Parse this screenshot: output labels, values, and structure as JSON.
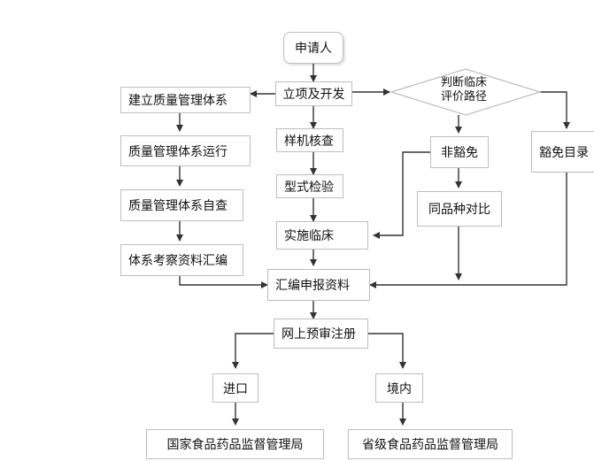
{
  "diagram": {
    "colors": {
      "line": "#333333",
      "box_border": "#bdbdbd",
      "text": "#111111"
    },
    "nodes": {
      "applicant": "申请人",
      "project_dev": "立项及开发",
      "judge_line1": "判断临床",
      "judge_line2": "评价路径",
      "qms_build": "建立质量管理体系",
      "qms_run": "质量管理体系运行",
      "qms_self_check": "质量管理体系自查",
      "system_docs": "体系考察资料汇编",
      "prototype_check": "样机核查",
      "type_test": "型式检验",
      "clinical_trial": "实施临床",
      "non_exempt": "非豁免",
      "exempt_list": "豁免目录",
      "same_type_compare": "同品种对比",
      "compile_docs": "汇编申报资料",
      "online_register": "网上预审注册",
      "import": "进口",
      "domestic": "境内",
      "national_authority": "国家食品药品监督管理局",
      "provincial_authority": "省级食品药品监督管理局"
    }
  }
}
